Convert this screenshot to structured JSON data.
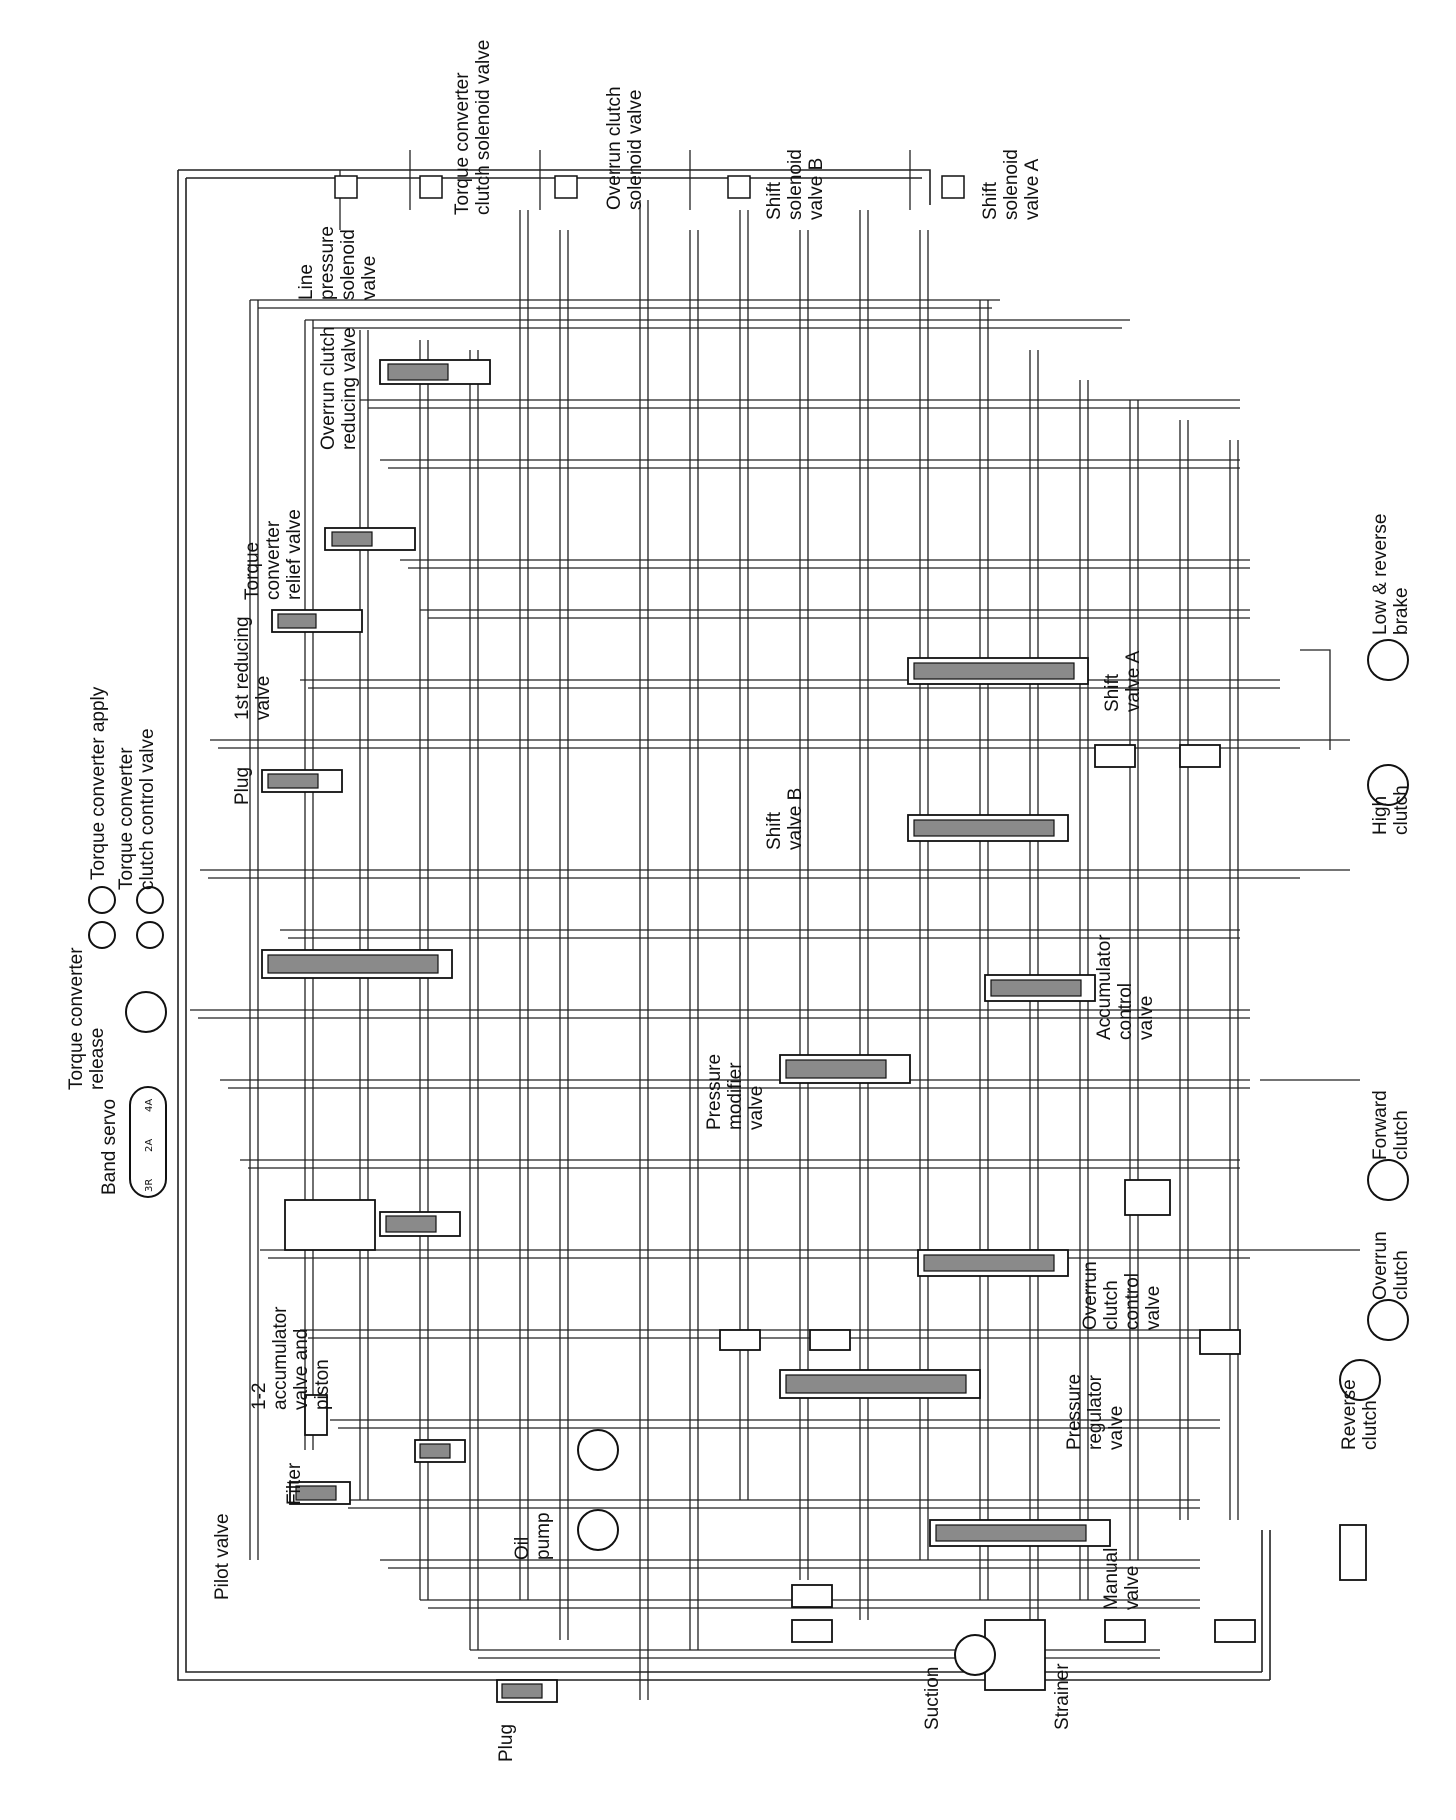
{
  "diagram": {
    "labels": {
      "line_pressure_solenoid": [
        "Line",
        "pressure",
        "solenoid",
        "valve"
      ],
      "tcc_solenoid": [
        "Torque converter",
        "clutch solenoid valve"
      ],
      "overrun_solenoid": [
        "Overrun clutch",
        "solenoid valve"
      ],
      "shift_solenoid_b": [
        "Shift",
        "solenoid",
        "valve B"
      ],
      "shift_solenoid_a": [
        "Shift",
        "solenoid",
        "valve A"
      ],
      "overrun_reducing": [
        "Overrun clutch",
        "reducing valve"
      ],
      "tc_relief": [
        "Torque",
        "converter",
        "relief valve"
      ],
      "first_reducing": [
        "1st reducing",
        "valve"
      ],
      "tc_apply": [
        "Torque converter apply"
      ],
      "tcc_control": [
        "Torque converter",
        "clutch control valve"
      ],
      "plug_top": [
        "Plug"
      ],
      "tc_release": [
        "Torque converter",
        "release"
      ],
      "band_servo": [
        "Band servo"
      ],
      "band_servo_ports": [
        "3R",
        "2A",
        "4A"
      ],
      "accumulator_12": [
        "1-2",
        "accumulator",
        "valve and",
        "piston"
      ],
      "pilot_valve": [
        "Pilot valve"
      ],
      "filter": [
        "Filter"
      ],
      "oil_pump": [
        "Oil",
        "pump"
      ],
      "plug_bottom": [
        "Plug"
      ],
      "suction": [
        "Suction"
      ],
      "strainer": [
        "Strainer"
      ],
      "manual_valve": [
        "Manual",
        "valve"
      ],
      "pressure_regulator": [
        "Pressure",
        "regulator",
        "valve"
      ],
      "pressure_modifier": [
        "Pressure",
        "modifier",
        "valve"
      ],
      "accumulator_control": [
        "Accumulator",
        "control",
        "valve"
      ],
      "overrun_control": [
        "Overrun",
        "clutch",
        "control",
        "valve"
      ],
      "shift_valve_b": [
        "Shift",
        "valve B"
      ],
      "shift_valve_a": [
        "Shift",
        "valve A"
      ],
      "low_reverse_brake": [
        "Low & reverse",
        "brake"
      ],
      "high_clutch": [
        "High",
        "clutch"
      ],
      "forward_clutch": [
        "Forward",
        "clutch"
      ],
      "overrun_clutch": [
        "Overrun",
        "clutch"
      ],
      "reverse_clutch": [
        "Reverse",
        "clutch"
      ]
    }
  }
}
